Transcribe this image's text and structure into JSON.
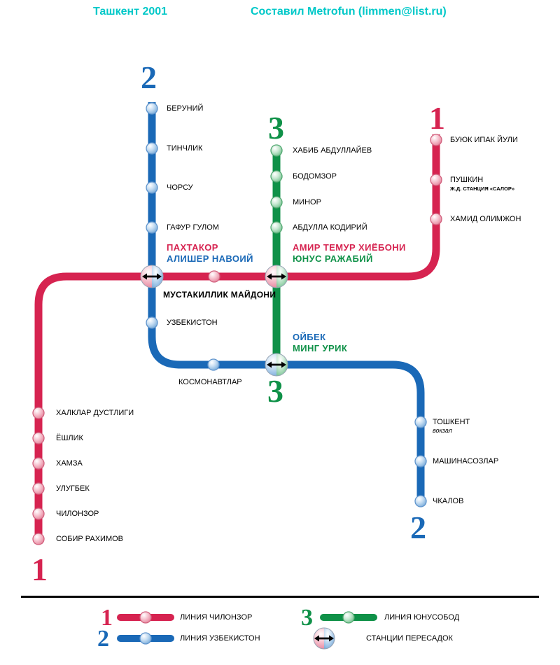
{
  "header": {
    "title": "Ташкент 2001",
    "credit": "Составил Metrofun (limmen@list.ru)"
  },
  "colors": {
    "line1": "#d62350",
    "line2": "#1a69b7",
    "line3": "#0f9148",
    "header_text": "#00c8c8"
  },
  "badges": {
    "line1": "1",
    "line2": "2",
    "line3": "3"
  },
  "stations": {
    "beruniy": "БЕРУНИЙ",
    "tinchlik": "ТИНЧЛИК",
    "chorsu": "ЧОРСУ",
    "gafur_gulom": "ГАФУР ГУЛОМ",
    "pakhtakor": "ПАХТАКОР",
    "alisher_navoiy": "АЛИШЕР НАВОИЙ",
    "mustaqillik_maydoni": "МУСТАКИЛЛИК МАЙДОНИ",
    "uzbekiston": "УЗБЕКИСТОН",
    "kosmonavtlar": "КОСМОНАВТЛАР",
    "khabib_abdullayev": "ХАБИБ АБДУЛЛАЙЕВ",
    "bodomzor": "БОДОМЗОР",
    "minor": "МИНОР",
    "abdulla_qodiriy": "АБДУЛЛА КОДИРИЙ",
    "amir_temur_khiyoboni": "АМИР ТЕМУР ХИЁБОНИ",
    "yunus_rajabiy": "ЮНУС РАЖАБИЙ",
    "oybek": "ОЙБЕК",
    "ming_urik": "МИНГ УРИК",
    "buyuk_ipak_yuli": "БУЮК ИПАК ЙУЛИ",
    "pushkin": "ПУШКИН",
    "pushkin_note": "Ж.Д. СТАНЦИЯ «САЛОР»",
    "khamid_olimjon": "ХАМИД ОЛИМЖОН",
    "khalklar_dustligi": "ХАЛКЛАР ДУСТЛИГИ",
    "yoshlik": "ЁШЛИК",
    "khamza": "ХАМЗА",
    "ulugbek": "УЛУГБЕК",
    "chilonzor": "ЧИЛОНЗОР",
    "sobir_rakhimov": "СОБИР РАХИМОВ",
    "tashkent": "ТОШКЕНТ",
    "tashkent_note": "вокзал",
    "mashinasozlar": "МАШИНАСОЗЛАР",
    "chkalov": "ЧКАЛОВ"
  },
  "legend": {
    "line1_label": "ЛИНИЯ ЧИЛОНЗОР",
    "line2_label": "ЛИНИЯ УЗБЕКИСТОН",
    "line3_label": "ЛИНИЯ ЮНУСОБОД",
    "transfer_label": "СТАНЦИИ ПЕРЕСАДОК"
  }
}
